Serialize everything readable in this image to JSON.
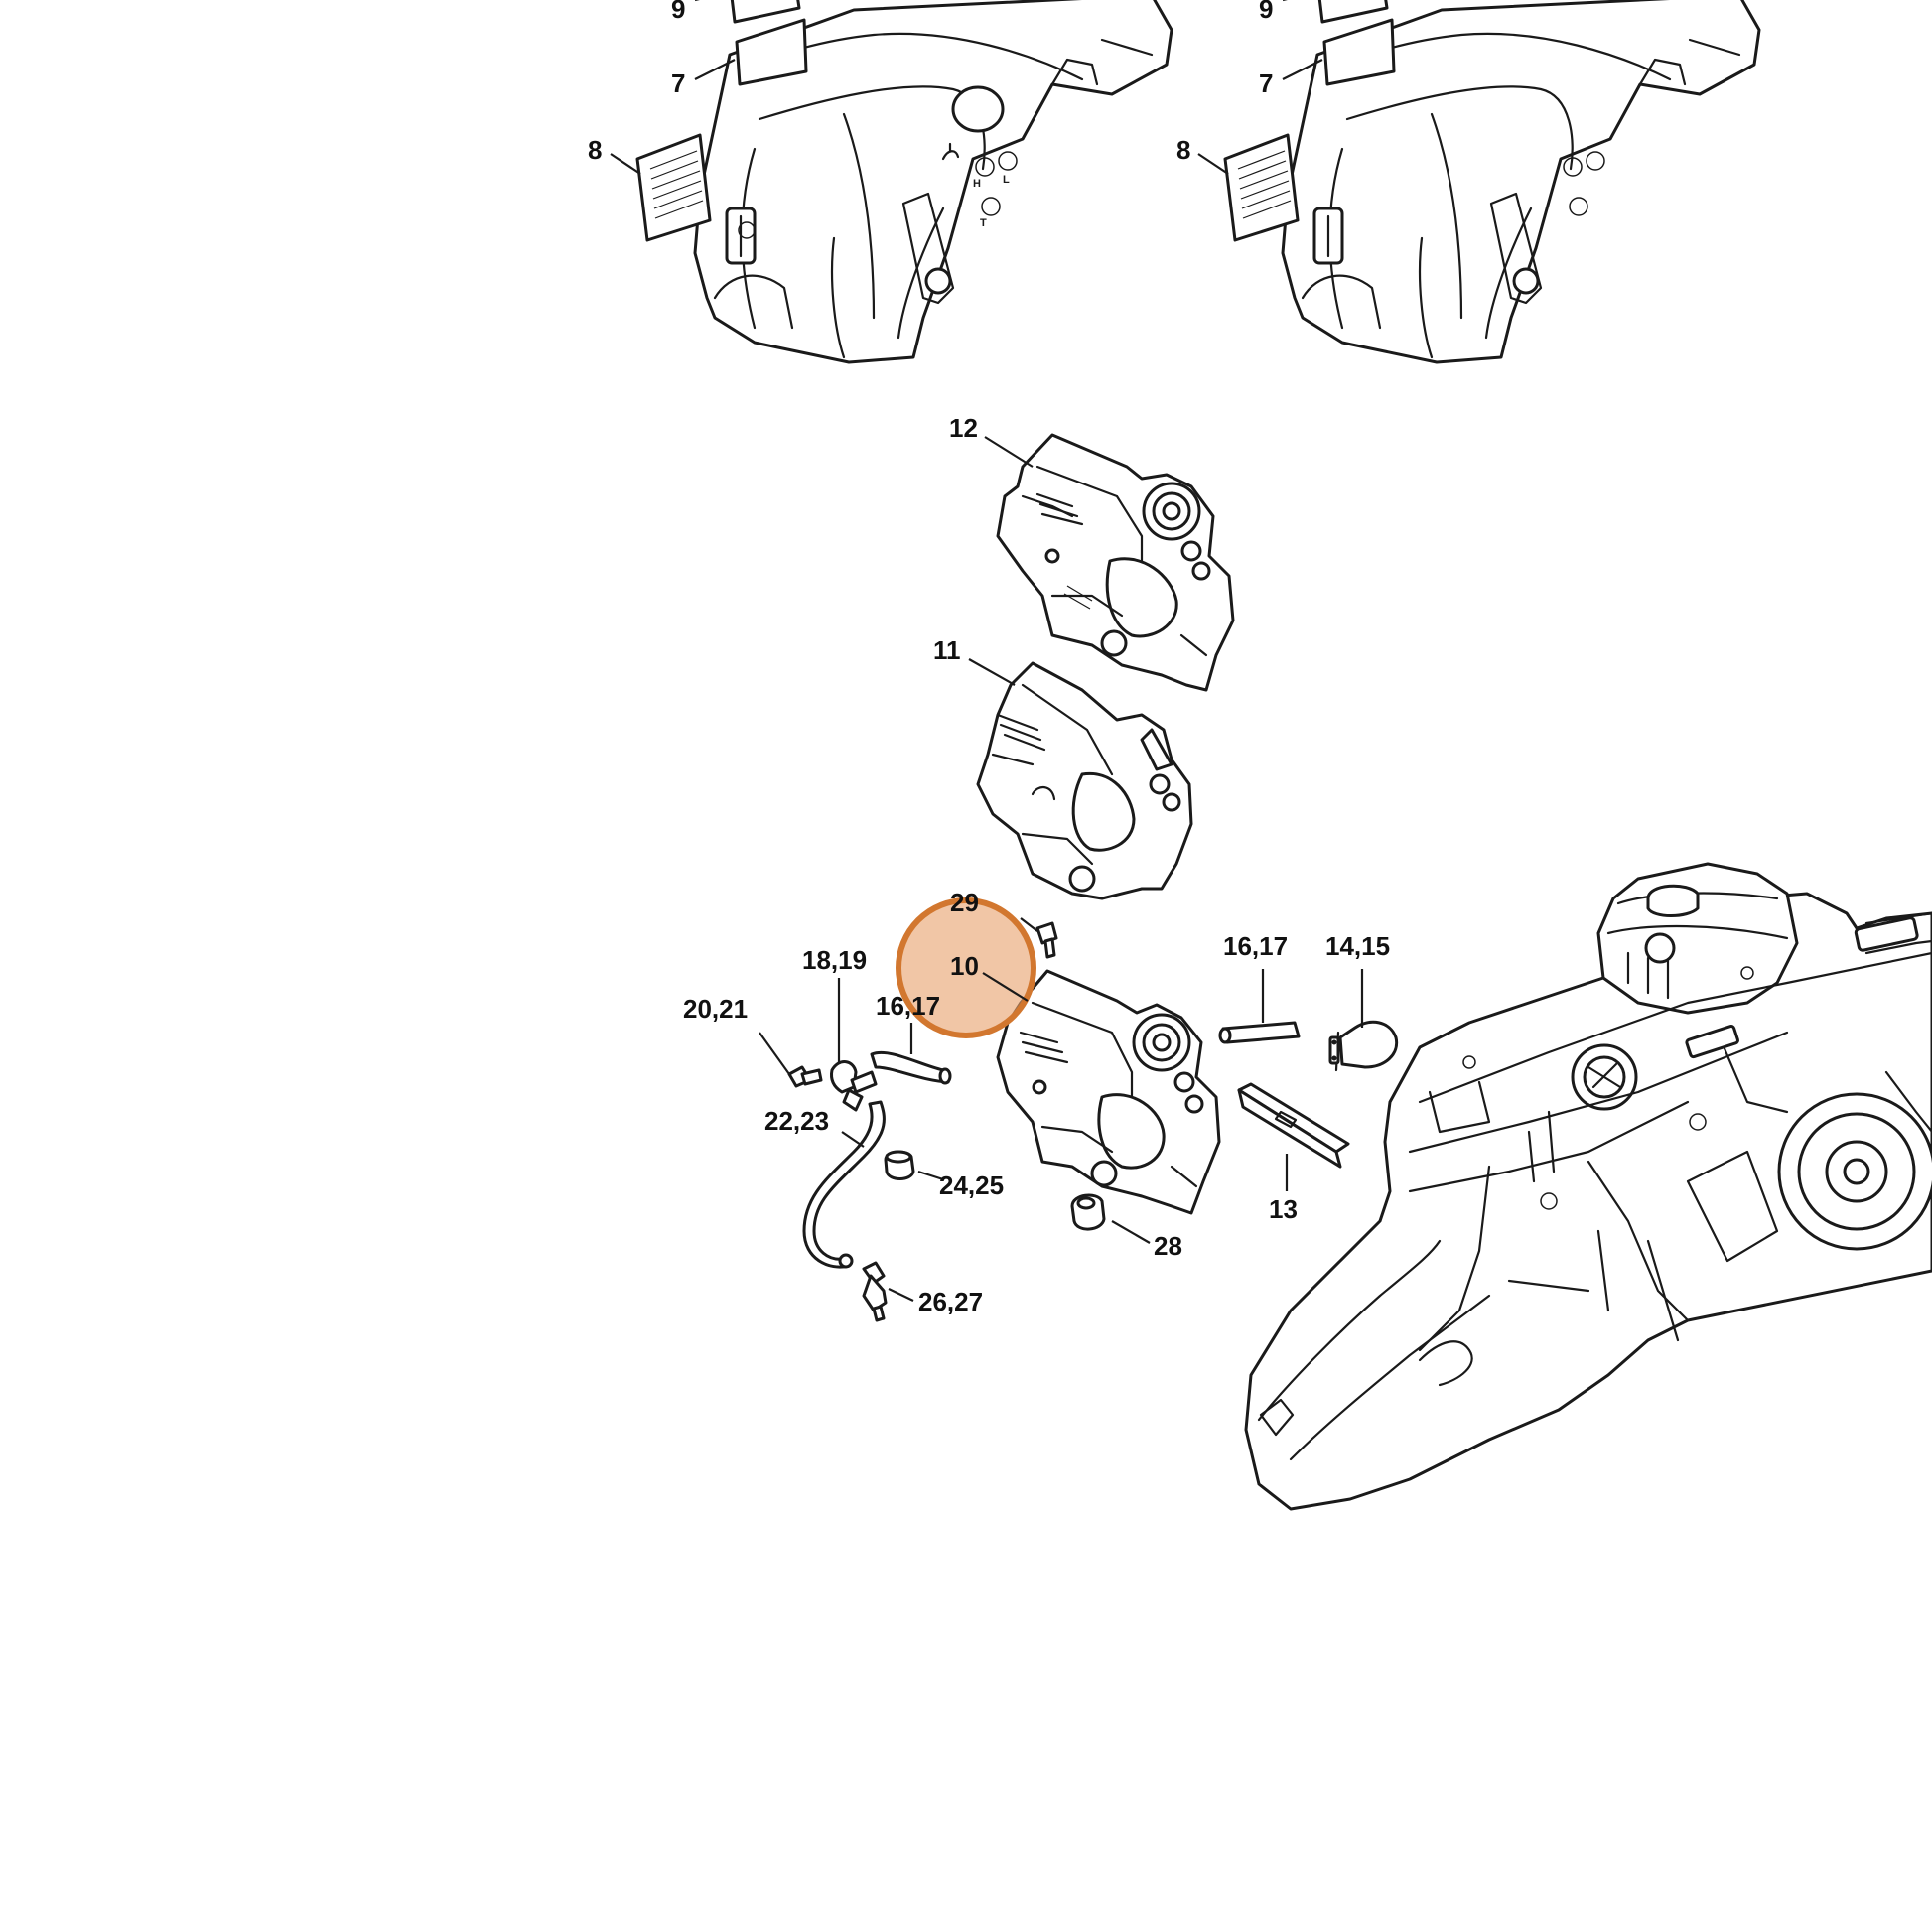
{
  "callouts": [
    {
      "id": "c9a",
      "text": "9"
    },
    {
      "id": "c7a",
      "text": "7"
    },
    {
      "id": "c8a",
      "text": "8"
    },
    {
      "id": "c9b",
      "text": "9"
    },
    {
      "id": "c7b",
      "text": "7"
    },
    {
      "id": "c8b",
      "text": "8"
    },
    {
      "id": "c12",
      "text": "12"
    },
    {
      "id": "c11",
      "text": "11"
    },
    {
      "id": "c29",
      "text": "29"
    },
    {
      "id": "c10",
      "text": "10"
    },
    {
      "id": "c1819",
      "text": "18,19"
    },
    {
      "id": "c2021",
      "text": "20,21"
    },
    {
      "id": "c1617a",
      "text": "16,17"
    },
    {
      "id": "c1617b",
      "text": "16,17"
    },
    {
      "id": "c1415",
      "text": "14,15"
    },
    {
      "id": "c2223",
      "text": "22,23"
    },
    {
      "id": "c2425",
      "text": "24,25"
    },
    {
      "id": "c13",
      "text": "13"
    },
    {
      "id": "c28",
      "text": "28"
    },
    {
      "id": "c2627",
      "text": "26,27"
    }
  ],
  "cover_marks": [
    "H",
    "L",
    "T"
  ],
  "highlight": {
    "callout": "10",
    "fill": "#e8a36f",
    "stroke": "#d2772f",
    "opacity": 0.62
  },
  "colors": {
    "ink": "#1a1a1a",
    "background": "#ffffff"
  }
}
